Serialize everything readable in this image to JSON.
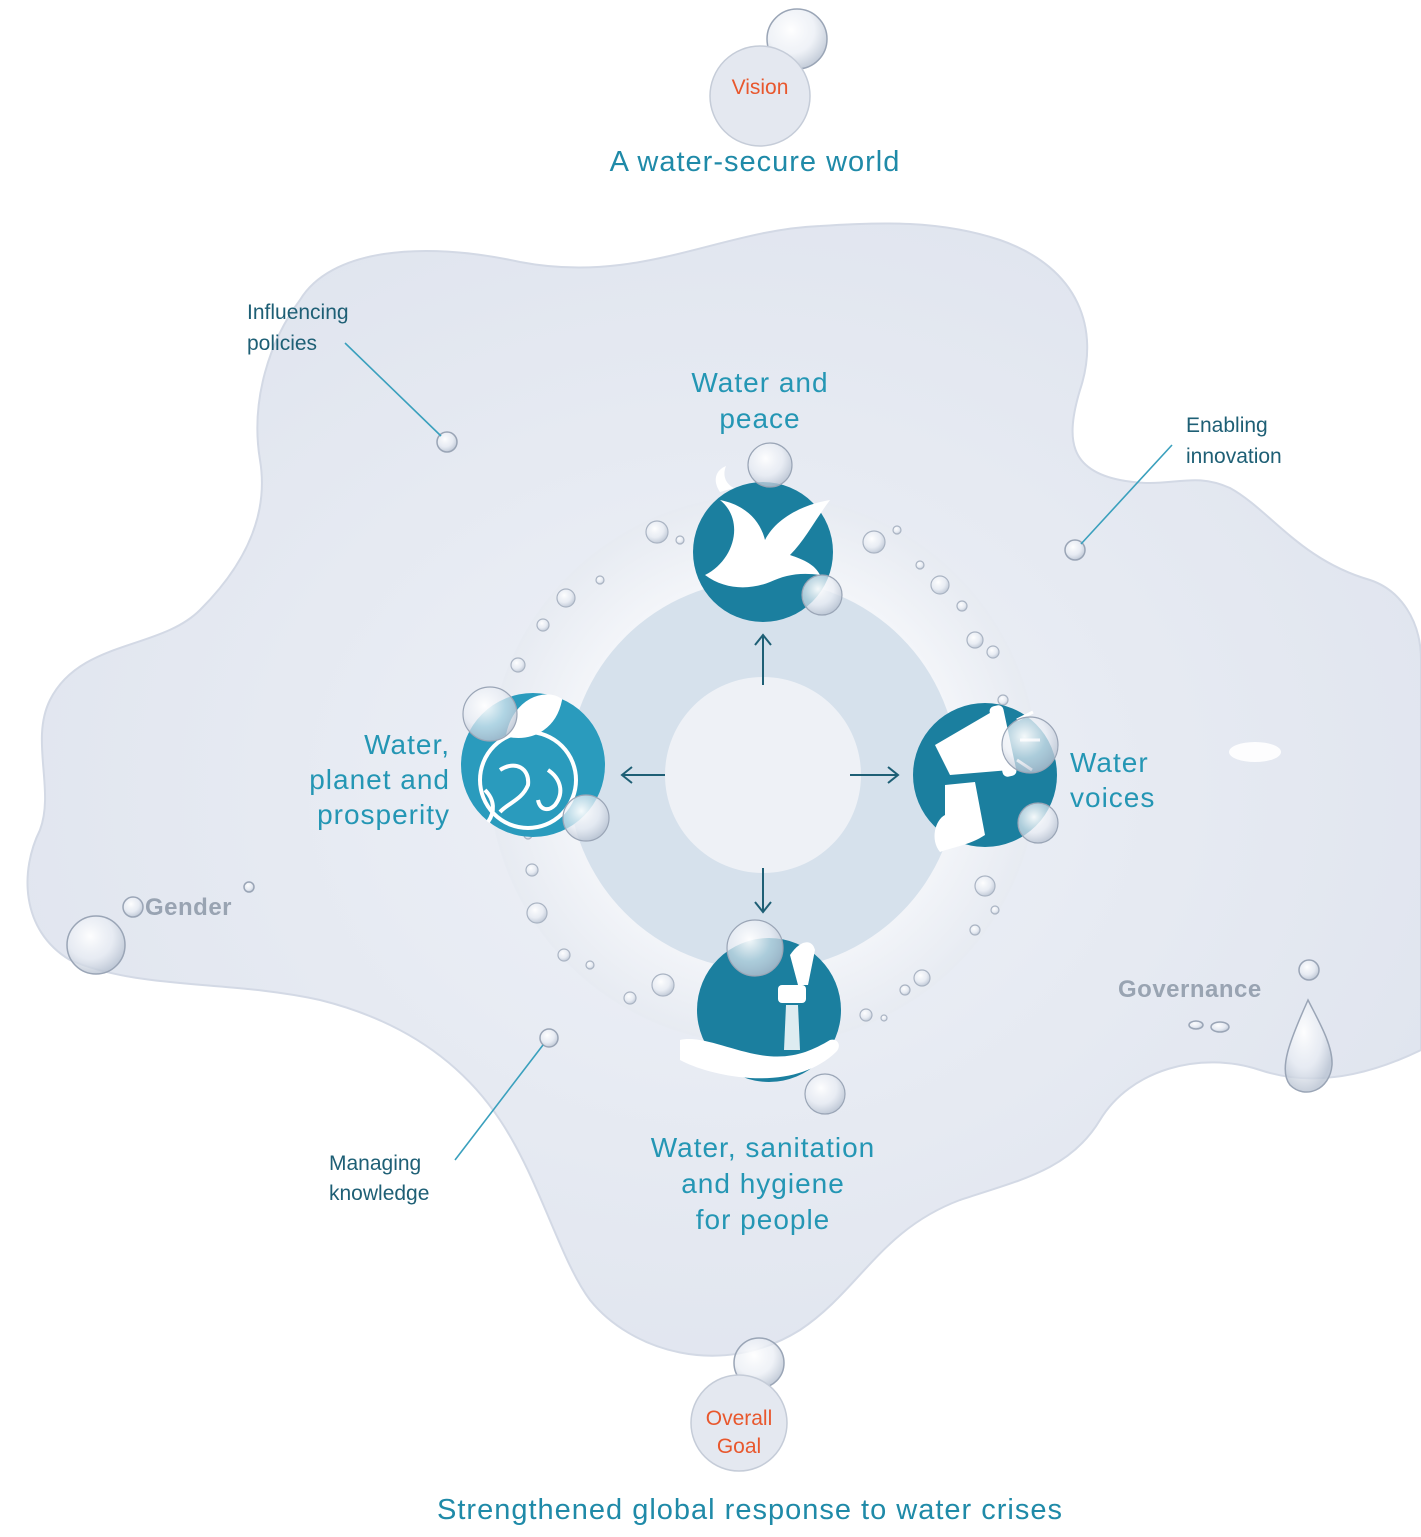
{
  "vision": {
    "label": "Vision",
    "text": "A water-secure world"
  },
  "goal": {
    "label_line1": "Overall",
    "label_line2": "Goal",
    "text": "Strengthened global response to water crises"
  },
  "pillars": {
    "top": {
      "line1": "Water and",
      "line2": "peace",
      "icon": "dove-icon"
    },
    "left": {
      "line1": "Water,",
      "line2": "planet and",
      "line3": "prosperity",
      "icon": "globe-leaf-icon"
    },
    "right": {
      "line1": "Water",
      "line2": "voices",
      "icon": "megaphone-icon"
    },
    "bottom": {
      "line1": "Water, sanitation",
      "line2": "and hygiene",
      "line3": "for people",
      "icon": "hand-tap-icon"
    }
  },
  "levers": {
    "influencing": {
      "line1": "Influencing",
      "line2": "policies"
    },
    "enabling": {
      "line1": "Enabling",
      "line2": "innovation"
    },
    "managing": {
      "line1": "Managing",
      "line2": "knowledge"
    }
  },
  "themes": {
    "gender": "Gender",
    "governance": "Governance"
  },
  "colors": {
    "accent_teal": "#1f8aa8",
    "circle_dark": "#1b7f9f",
    "orange": "#e8572d",
    "puddle": "#e6eaf3"
  }
}
